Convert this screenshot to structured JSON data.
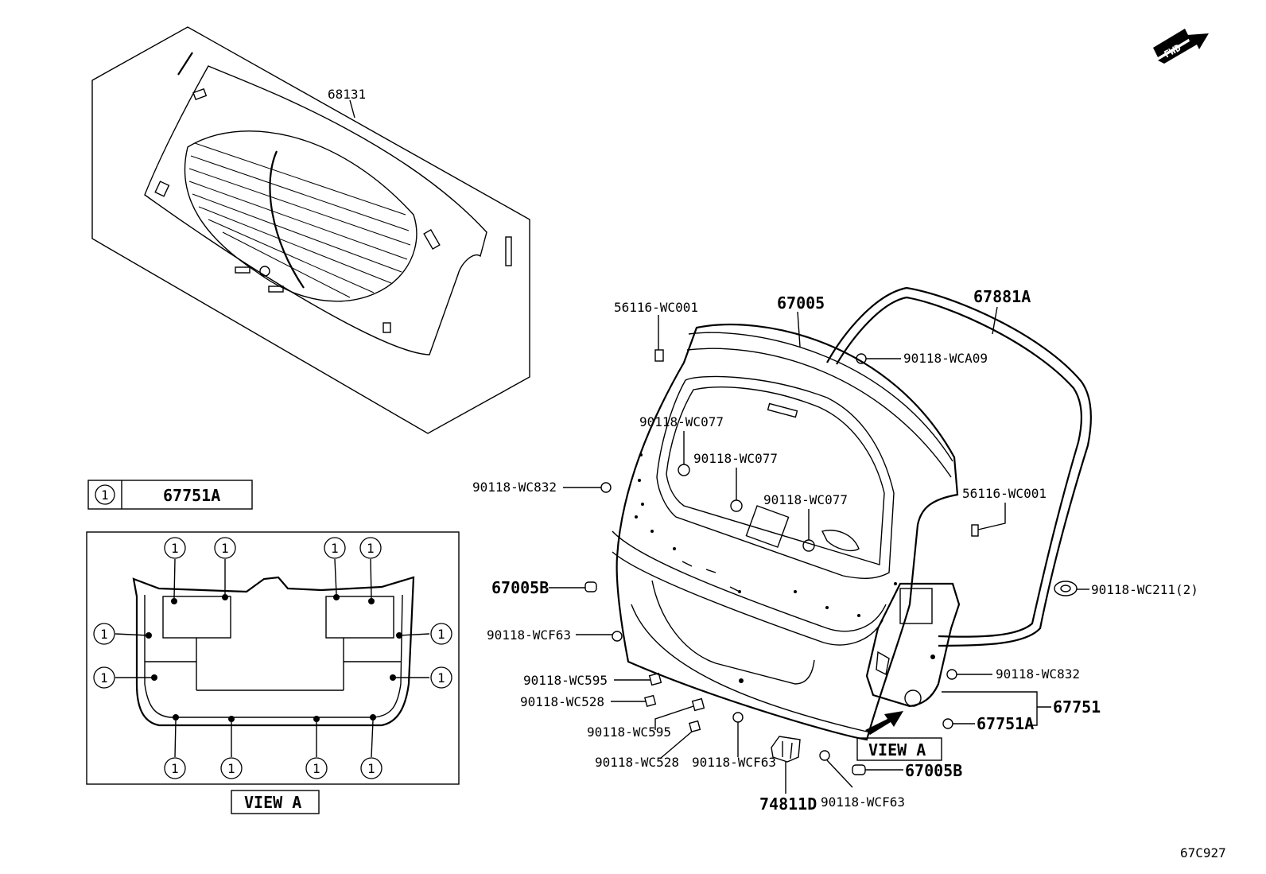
{
  "diagram": {
    "fwd_badge": "FWD",
    "diagram_code": "67C927",
    "legend": {
      "symbol": "1",
      "part": "67751A"
    },
    "view_a_title": "VIEW A",
    "view_a_tag": "VIEW A",
    "circle_symbol": "1",
    "parts": {
      "p68131": "68131",
      "p67005": "67005",
      "p67881A": "67881A",
      "p56116_WC001_a": "56116-WC001",
      "p56116_WC001_b": "56116-WC001",
      "p90118_WCA09": "90118-WCA09",
      "p90118_WC077_a": "90118-WC077",
      "p90118_WC077_b": "90118-WC077",
      "p90118_WC077_c": "90118-WC077",
      "p90118_WC832_a": "90118-WC832",
      "p90118_WC832_b": "90118-WC832",
      "p90118_WC211": "90118-WC211(2)",
      "p67005B_a": "67005B",
      "p67005B_b": "67005B",
      "p90118_WCF63_a": "90118-WCF63",
      "p90118_WCF63_b": "90118-WCF63",
      "p90118_WCF63_c": "90118-WCF63",
      "p90118_WC595_a": "90118-WC595",
      "p90118_WC595_b": "90118-WC595",
      "p90118_WC528_a": "90118-WC528",
      "p90118_WC528_b": "90118-WC528",
      "p67751": "67751",
      "p67751A": "67751A",
      "p74811D": "74811D"
    }
  }
}
